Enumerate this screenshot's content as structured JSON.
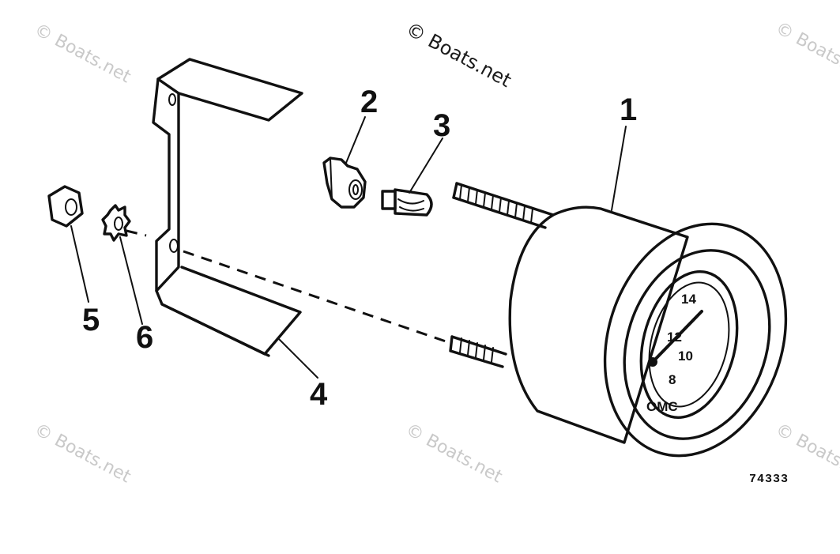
{
  "watermark": {
    "main": "© Boats.net",
    "faint": "© Boats.net"
  },
  "callouts": {
    "c1": "1",
    "c2": "2",
    "c3": "3",
    "c4": "4",
    "c5": "5",
    "c6": "6"
  },
  "dial": {
    "n14": "14",
    "n12": "12",
    "n10": "10",
    "n8": "8",
    "brand": "OMC"
  },
  "figure_number": "74333"
}
